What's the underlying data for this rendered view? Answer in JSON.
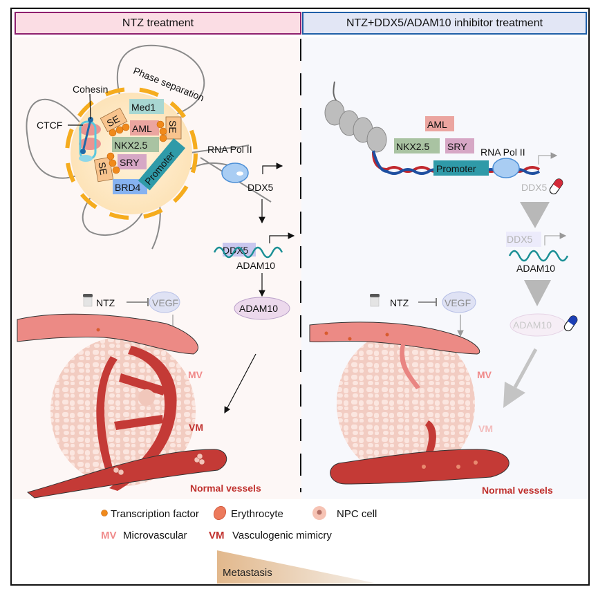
{
  "headers": {
    "left": "NTZ treatment",
    "right": "NTZ+DDX5/ADAM10 inhibitor treatment"
  },
  "left_panel": {
    "condensate": {
      "cohesin": "Cohesin",
      "ctcf": "CTCF",
      "phase_separation": "Phase separation",
      "se_labels": [
        "SE",
        "SE",
        "SE"
      ],
      "med1": "Med1",
      "aml": "AML",
      "nkx": "NKX2.5",
      "sry": "SRY",
      "brd4": "BRD4",
      "promoter": "Promoter"
    },
    "rna_pol": "RNA Pol II",
    "ddx5": "DDX5",
    "ddx5_gene": "DDX5",
    "adam10_gene": "ADAM10",
    "adam10_protein": "ADAM10",
    "ntz": "NTZ",
    "vegf": "VEGF",
    "mv": "MV",
    "vm": "VM",
    "normal_vessels": "Normal vessels"
  },
  "right_panel": {
    "aml": "AML",
    "nkx": "NKX2.5",
    "sry": "SRY",
    "promoter": "Promoter",
    "rna_pol": "RNA Pol II",
    "ddx5": "DDX5",
    "ddx5_gene": "DDX5",
    "adam10_gene": "ADAM10",
    "adam10_protein": "ADAM10",
    "ntz": "NTZ",
    "vegf": "VEGF",
    "mv": "MV",
    "vm": "VM",
    "normal_vessels": "Normal vessels"
  },
  "legend": {
    "transcription_factor": "Transcription factor",
    "erythrocyte": "Erythrocyte",
    "npc_cell": "NPC cell",
    "mv_abbr": "MV",
    "mv_label": "Microvascular",
    "vm_abbr": "VM",
    "vm_label": "Vasculogenic mimicry",
    "metastasis": "Metastasis"
  },
  "colors": {
    "header_left_bg": "#fbdde4",
    "header_left_border": "#8e1f6e",
    "header_right_bg": "#e2e6f5",
    "header_right_border": "#1f5fa8",
    "tf_orange": "#f08a1c",
    "vessel_red": "#c43a36",
    "mv_pink": "#f08a8a",
    "vm_red": "#c0302d"
  }
}
